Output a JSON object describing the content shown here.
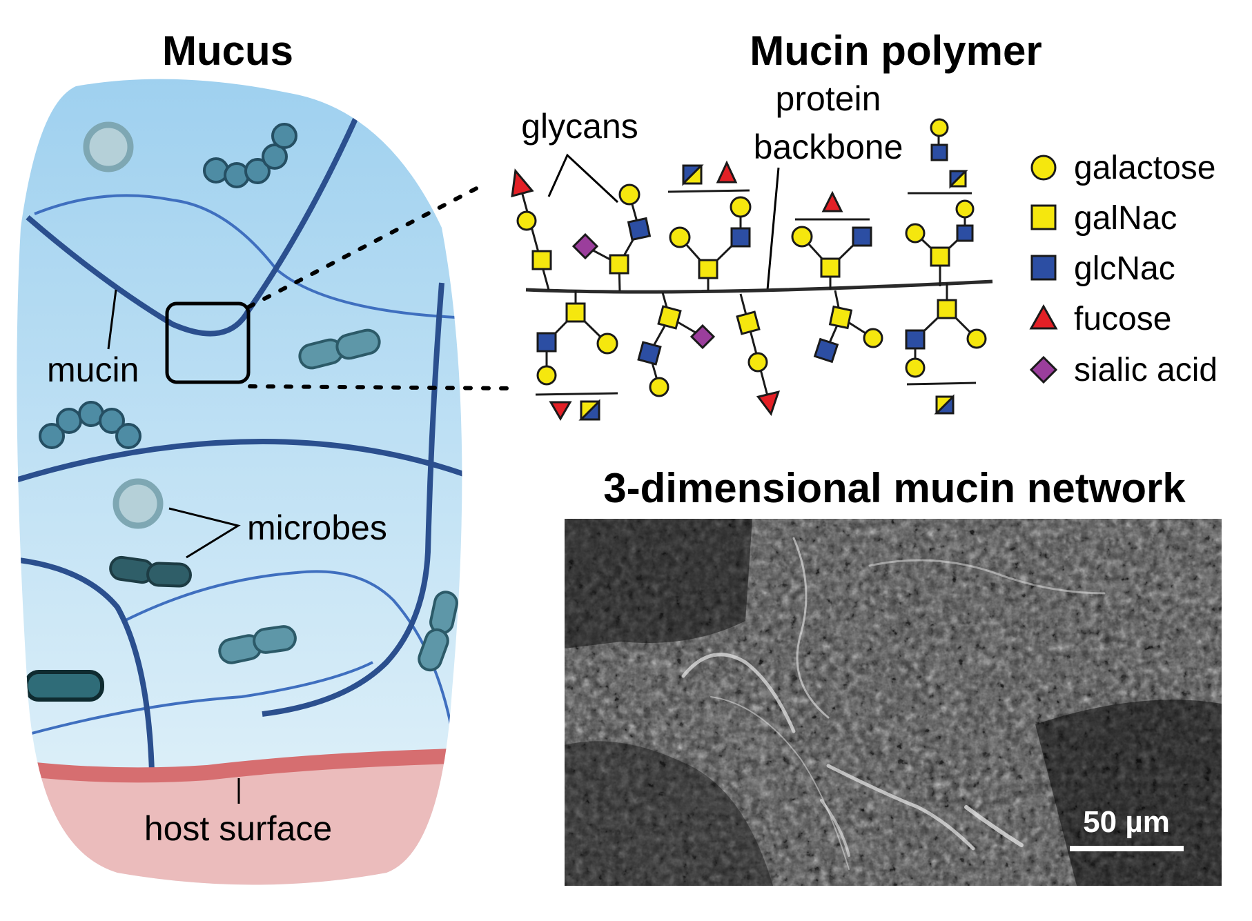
{
  "titles": {
    "mucus": "Mucus",
    "mucin_polymer": "Mucin polymer",
    "network": "3-dimensional mucin network"
  },
  "labels": {
    "mucin": "mucin",
    "microbes": "microbes",
    "host_surface": "host surface",
    "glycans": "glycans",
    "protein": "protein",
    "backbone": "backbone"
  },
  "legend": [
    {
      "shape": "circle",
      "color": "#f5e70e",
      "label": "galactose"
    },
    {
      "shape": "square",
      "color": "#f5e70e",
      "label": "galNac"
    },
    {
      "shape": "square",
      "color": "#2c4ea3",
      "label": "glcNac"
    },
    {
      "shape": "triangle",
      "color": "#e32026",
      "label": "fucose"
    },
    {
      "shape": "diamond",
      "color": "#9b3e9c",
      "label": "sialic acid"
    }
  ],
  "micrograph": {
    "scale_bar_label": "50 µm"
  },
  "colors": {
    "mucus_top": "#a8d4ee",
    "mucus_bottom": "#e4f3fa",
    "host_surface": "#ebbcbc",
    "host_line": "#d66e70",
    "mucin_strand": "#2b4f8e",
    "microbe": "#3d7f98"
  }
}
